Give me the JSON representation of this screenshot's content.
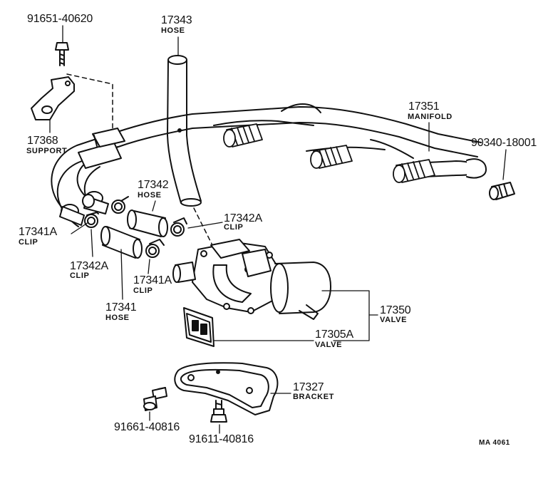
{
  "callouts": {
    "bolt_top": {
      "number": "91651-40620"
    },
    "hose_main": {
      "number": "17343",
      "name": "HOSE"
    },
    "support": {
      "number": "17368",
      "name": "SUPPORT"
    },
    "manifold": {
      "number": "17351",
      "name": "MANIFOLD"
    },
    "plug": {
      "number": "90340-18001"
    },
    "hose_short": {
      "number": "17342",
      "name": "HOSE"
    },
    "clip_a": {
      "number": "17342A",
      "name": "CLIP"
    },
    "clip_b": {
      "number": "17341A",
      "name": "CLIP"
    },
    "clip_c": {
      "number": "17342A",
      "name": "CLIP"
    },
    "clip_d": {
      "number": "17341A",
      "name": "CLIP"
    },
    "hose_long": {
      "number": "17341",
      "name": "HOSE"
    },
    "valve": {
      "number": "17350",
      "name": "VALVE"
    },
    "valve_sub": {
      "number": "17305A",
      "name": "VALVE"
    },
    "bracket": {
      "number": "17327",
      "name": "BRACKET"
    },
    "bolt_left": {
      "number": "91661-40816"
    },
    "bolt_bottom": {
      "number": "91611-40816"
    }
  },
  "figure_code": "MA 4061",
  "colors": {
    "ink": "#111111",
    "paper": "#ffffff"
  }
}
